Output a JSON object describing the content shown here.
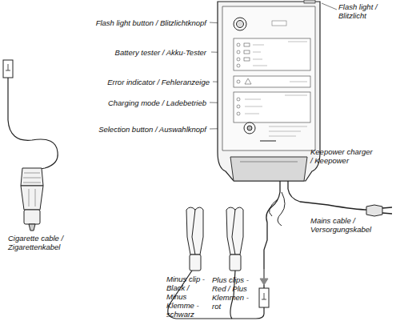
{
  "diagram": {
    "labels": [
      "Flash light button / Blitzlichtknopf",
      "Flash light / Blitzlicht",
      "Battery tester / Akku-Tester",
      "Error indicator / Fehleranzeige",
      "Charging mode / Ladebetrieb",
      "Selection button / Auswahlknopf",
      "Keepower charger / Keepower",
      "Mains cable / Versorgungskabel",
      "Cigarette cable / Zigarettenkabel",
      "Minus clip - Black / Minus Klemme - schwarz",
      "Plus clips - Red / Plus Klemmen - rot"
    ]
  }
}
